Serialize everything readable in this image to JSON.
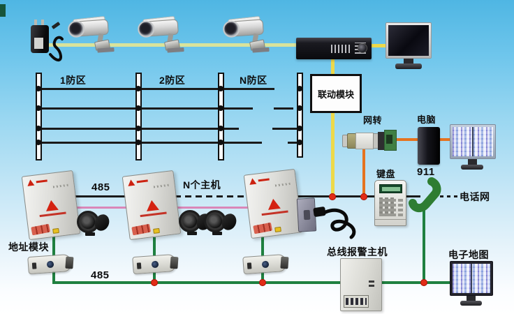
{
  "labels": {
    "zone_1": "1防区",
    "zone_2": "2防区",
    "zone_n": "N防区",
    "linkage_module": "联动模块",
    "net_converter": "网转",
    "computer": "电脑",
    "keypad": "键盘",
    "emergency_number": "911",
    "phone_network": "电话网",
    "rs485_top": "485",
    "n_hosts": "N个主机",
    "address_module": "地址模块",
    "rs485_bottom": "485",
    "bus_alarm_host": "总线报警主机",
    "electronic_map": "电子地图"
  },
  "colors": {
    "camera_video_bus": "#D9E39B",
    "dvr_video_line": "#EDD94A",
    "serial_data_line": "#E5731F",
    "power_line_pink": "#DA87B8",
    "siren_line": "#1E7D96",
    "field_bus_line": "#1F8040",
    "signal_wire": "#1A1A1A",
    "junction_dot": "#E22C18"
  }
}
